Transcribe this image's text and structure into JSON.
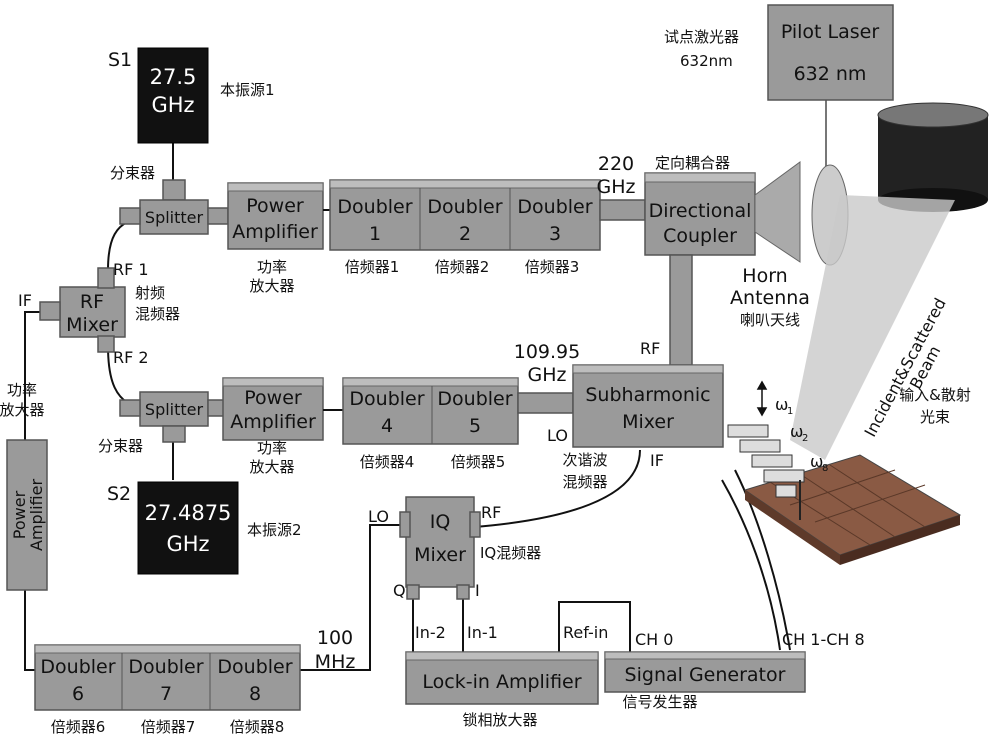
{
  "source1": {
    "tag": "S1",
    "freq": "27.5",
    "unit": "GHz",
    "cn": "本振源1"
  },
  "source2": {
    "tag": "S2",
    "freq": "27.4875",
    "unit": "GHz",
    "cn": "本振源2"
  },
  "splitter_top": {
    "label": "Splitter",
    "cn": "分束器"
  },
  "splitter_bottom": {
    "label": "Splitter",
    "cn": "分束器"
  },
  "pa_top": {
    "line1": "Power",
    "line2": "Amplifier",
    "cn1": "功率",
    "cn2": "放大器"
  },
  "pa_bottom": {
    "line1": "Power",
    "line2": "Amplifier",
    "cn1": "功率",
    "cn2": "放大器"
  },
  "pa_side": {
    "line1": "Power",
    "line2": "Amplifier",
    "cn1": "功率",
    "cn2": "放大器"
  },
  "rf_mixer": {
    "line1": "RF",
    "line2": "Mixer",
    "cn1": "射频",
    "cn2": "混频器",
    "port_if": "IF",
    "port_rf1": "RF 1",
    "port_rf2": "RF 2"
  },
  "doublers": [
    {
      "label": "Doubler",
      "num": "1",
      "cn": "倍频器1"
    },
    {
      "label": "Doubler",
      "num": "2",
      "cn": "倍频器2"
    },
    {
      "label": "Doubler",
      "num": "3",
      "cn": "倍频器3"
    },
    {
      "label": "Doubler",
      "num": "4",
      "cn": "倍频器4"
    },
    {
      "label": "Doubler",
      "num": "5",
      "cn": "倍频器5"
    },
    {
      "label": "Doubler",
      "num": "6",
      "cn": "倍频器6"
    },
    {
      "label": "Doubler",
      "num": "7",
      "cn": "倍频器7"
    },
    {
      "label": "Doubler",
      "num": "8",
      "cn": "倍频器8"
    }
  ],
  "freq_220": {
    "line1": "220",
    "line2": "GHz"
  },
  "freq_10995": {
    "line1": "109.95",
    "line2": "GHz"
  },
  "freq_100": {
    "line1": "100",
    "line2": "MHz"
  },
  "coupler": {
    "line1": "Directional",
    "line2": "Coupler",
    "cn": "定向耦合器",
    "port_rf": "RF"
  },
  "horn": {
    "line1": "Horn",
    "line2": "Antenna",
    "cn": "喇叭天线"
  },
  "pilot": {
    "line1": "Pilot Laser",
    "line2": "632 nm",
    "cn": "试点激光器",
    "cn2": "632nm"
  },
  "beam": {
    "line1": "Incident&Scattered",
    "line2": "Beam",
    "cn1": "输入&散射",
    "cn2": "光束"
  },
  "subharmonic": {
    "line1": "Subharmonic",
    "line2": "Mixer",
    "cn1": "次谐波",
    "cn2": "混频器",
    "port_lo": "LO",
    "port_if": "IF"
  },
  "iq_mixer": {
    "line1": "IQ",
    "line2": "Mixer",
    "cn": "IQ混频器",
    "port_lo": "LO",
    "port_rf": "RF",
    "port_q": "Q",
    "port_i": "I"
  },
  "lockin": {
    "label": "Lock-in Amplifier",
    "cn": "锁相放大器",
    "in2": "In-2",
    "in1": "In-1",
    "ref": "Ref-in"
  },
  "siggen": {
    "label": "Signal Generator",
    "cn": "信号发生器",
    "ch0": "CH 0",
    "ch18": "CH 1-CH 8"
  },
  "omega_labels": [
    "ω",
    "1",
    "ω",
    "2",
    "ω",
    "8"
  ]
}
